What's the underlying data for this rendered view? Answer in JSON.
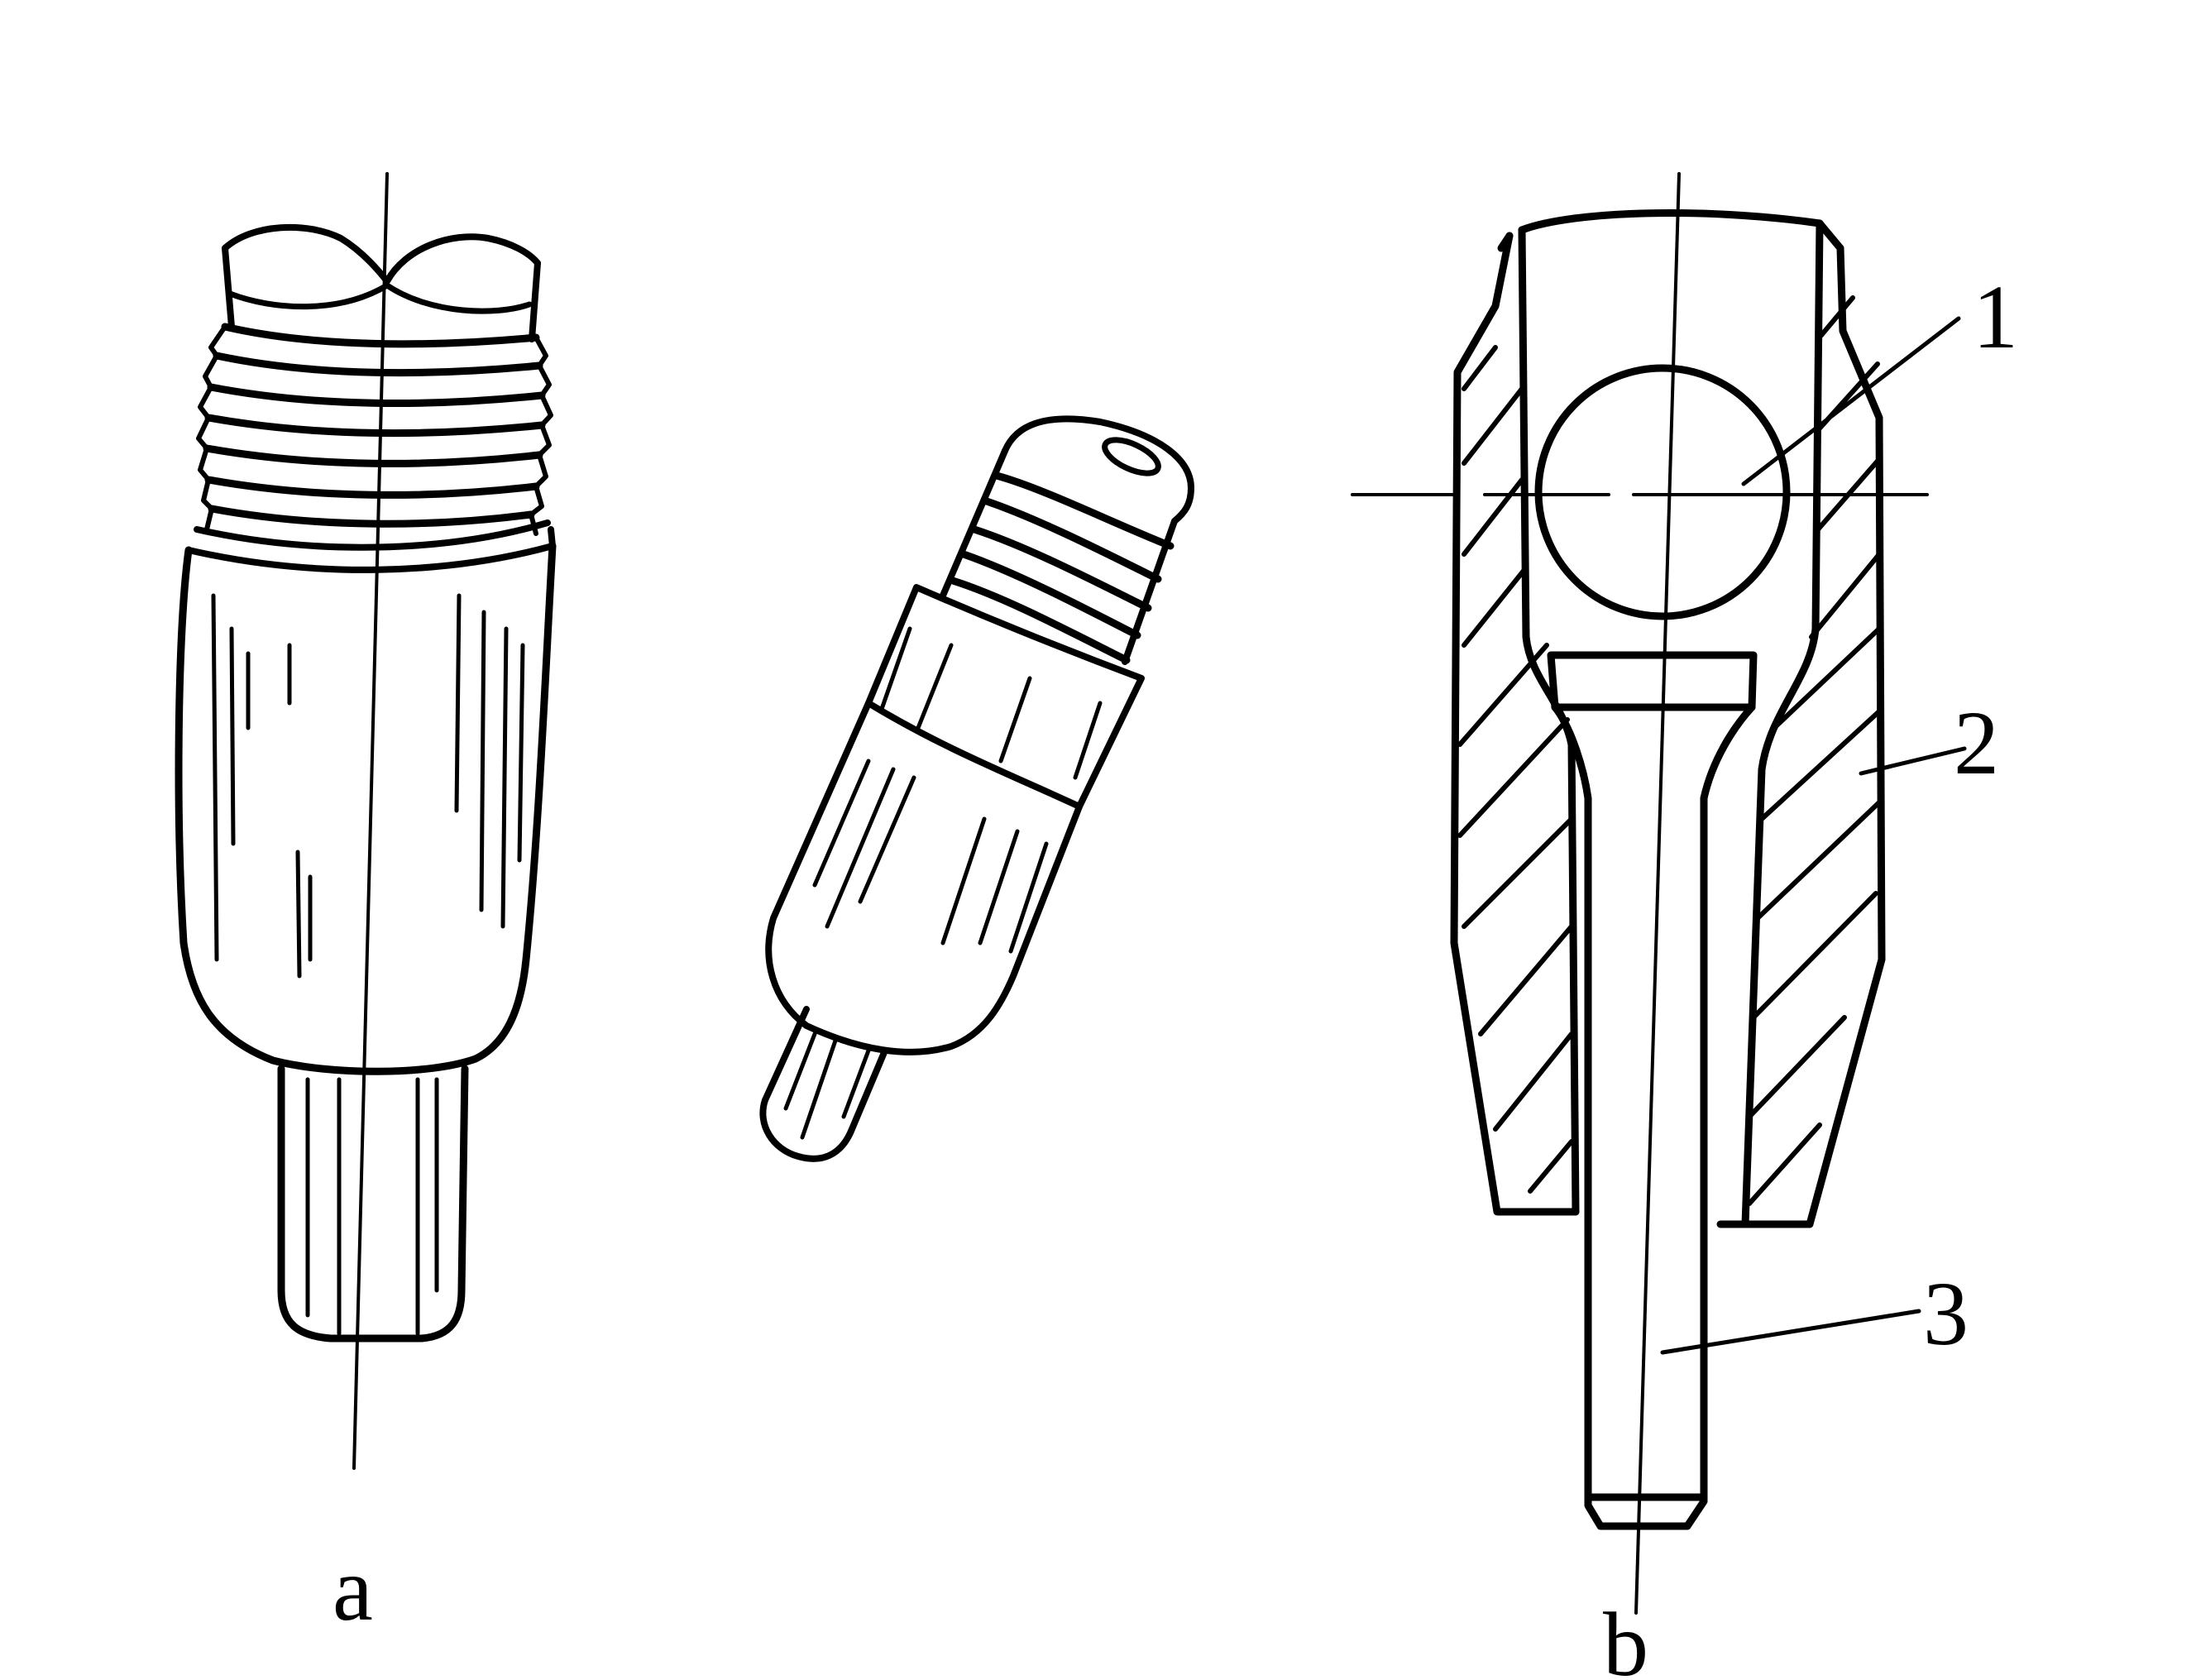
{
  "figure": {
    "captions": {
      "a": "a",
      "b": "b"
    },
    "callouts": [
      {
        "text": "1",
        "target": "ball"
      },
      {
        "text": "2",
        "target": "housing"
      },
      {
        "text": "3",
        "target": "pin"
      }
    ]
  },
  "colors": {
    "ink": "#000000",
    "background": "#ffffff"
  }
}
